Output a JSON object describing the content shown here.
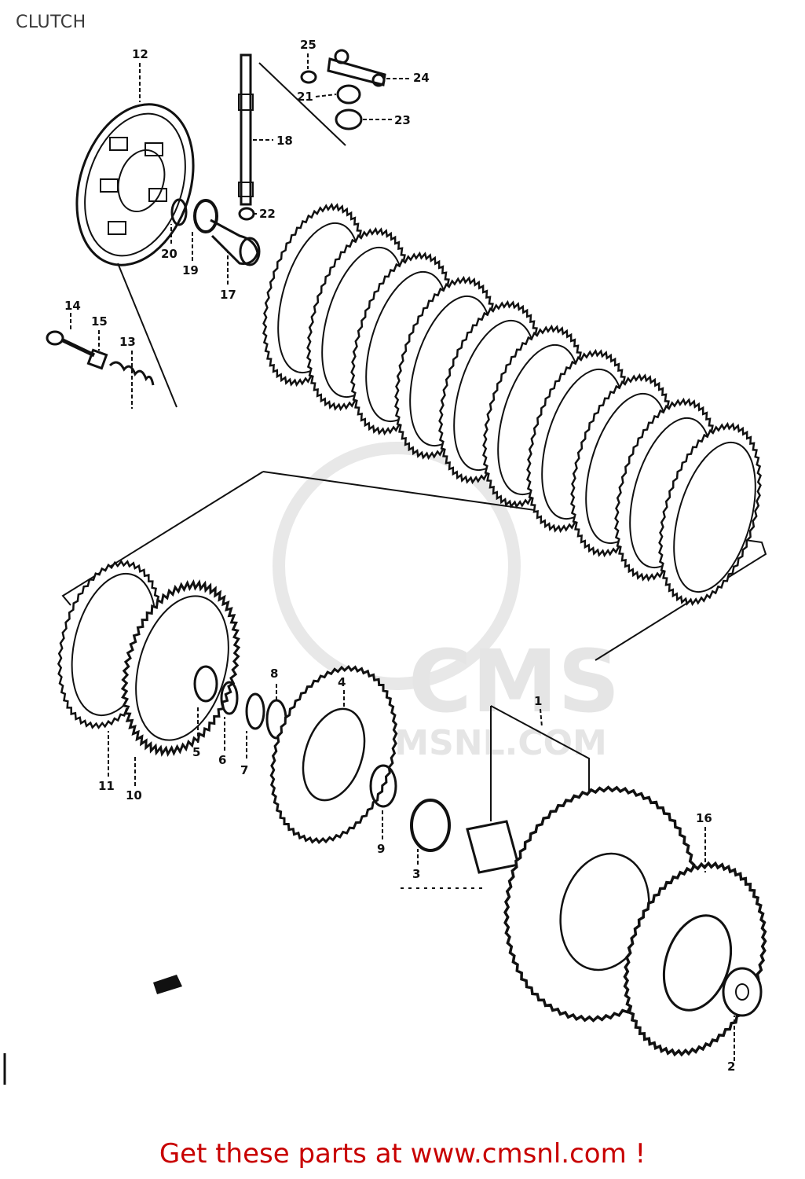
{
  "page": {
    "title": "CLUTCH"
  },
  "watermark": {
    "brand": "CMS",
    "url": "CMSNL.COM",
    "color": "#e3e3e3"
  },
  "footer": {
    "text": "Get these parts at www.cmsnl.com !",
    "color": "#c80000"
  },
  "parts": [
    {
      "id": "p1",
      "label": "1"
    },
    {
      "id": "p2",
      "label": "2"
    },
    {
      "id": "p3",
      "label": "3"
    },
    {
      "id": "p4",
      "label": "4"
    },
    {
      "id": "p5",
      "label": "5"
    },
    {
      "id": "p6",
      "label": "6"
    },
    {
      "id": "p7",
      "label": "7"
    },
    {
      "id": "p8",
      "label": "8"
    },
    {
      "id": "p9",
      "label": "9"
    },
    {
      "id": "p10",
      "label": "10"
    },
    {
      "id": "p11",
      "label": "11"
    },
    {
      "id": "p12",
      "label": "12"
    },
    {
      "id": "p13",
      "label": "13"
    },
    {
      "id": "p14",
      "label": "14"
    },
    {
      "id": "p15",
      "label": "15"
    },
    {
      "id": "p16",
      "label": "16"
    },
    {
      "id": "p17",
      "label": "17"
    },
    {
      "id": "p18",
      "label": "18"
    },
    {
      "id": "p19",
      "label": "19"
    },
    {
      "id": "p20",
      "label": "20"
    },
    {
      "id": "p21",
      "label": "21"
    },
    {
      "id": "p22",
      "label": "22"
    },
    {
      "id": "p23",
      "label": "23"
    },
    {
      "id": "p24",
      "label": "24"
    },
    {
      "id": "p25",
      "label": "25"
    }
  ]
}
